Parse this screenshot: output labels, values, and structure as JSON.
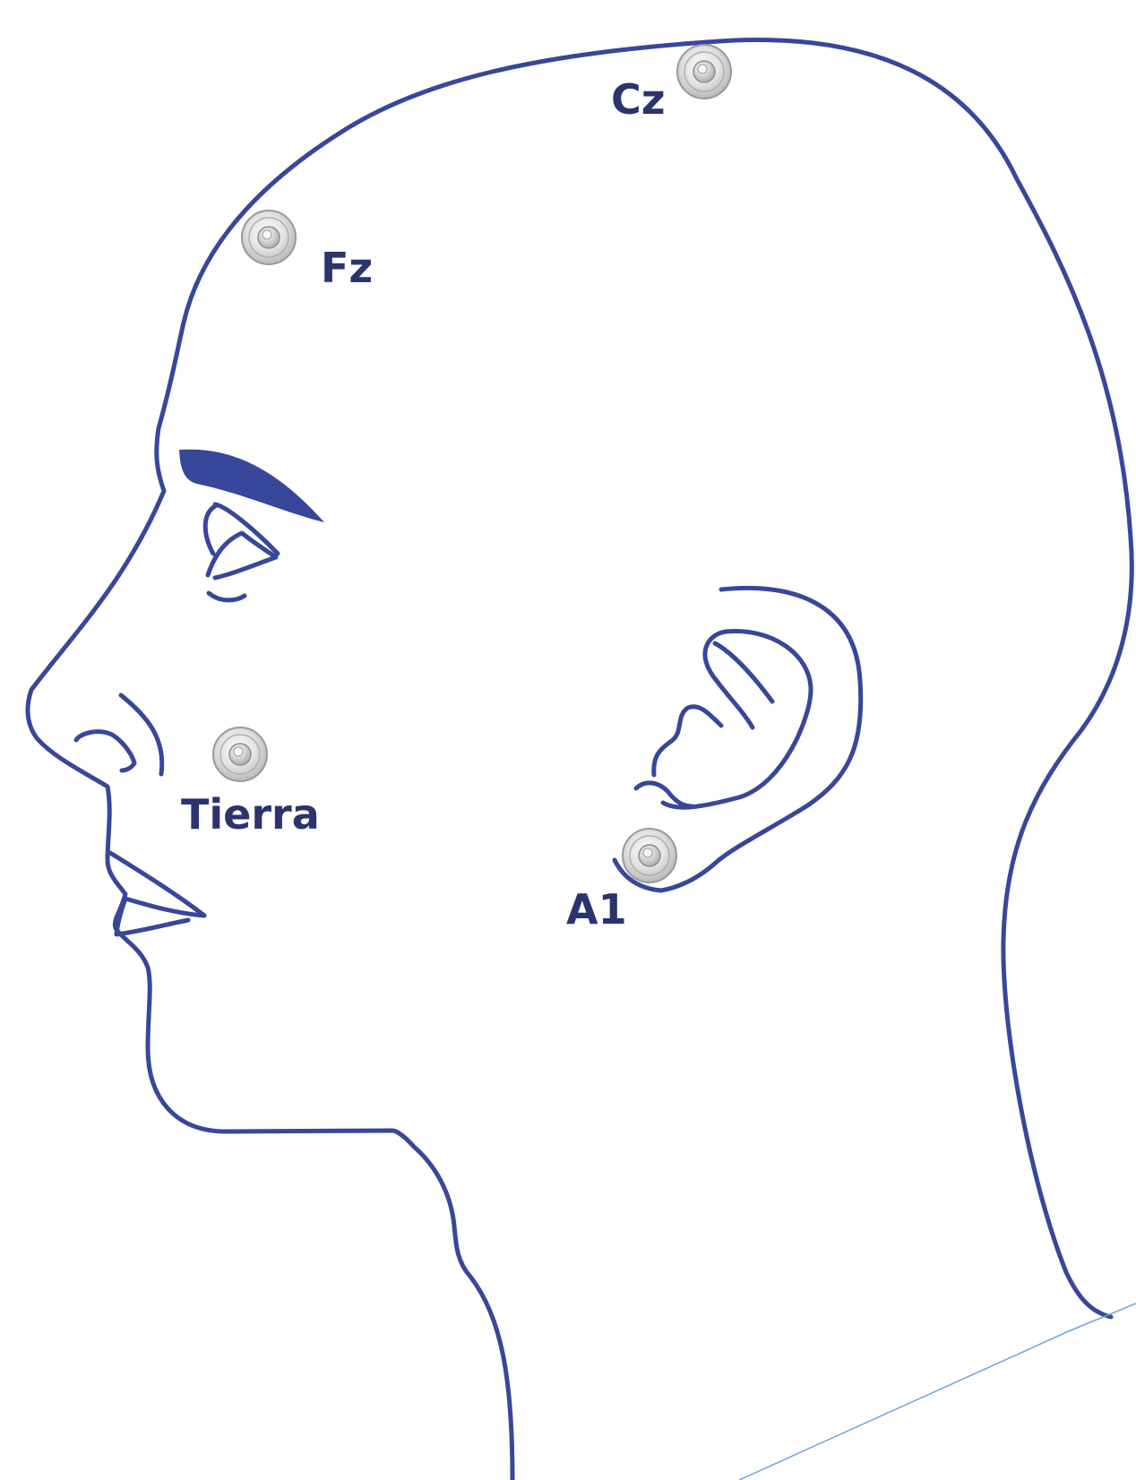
{
  "labels": {
    "cz": "Cz",
    "fz": "Fz",
    "ground": "Tierra",
    "a1": "A1"
  },
  "colors": {
    "outline": "#38479a",
    "label": "#2b346e",
    "neck_line": "#6fa3d8",
    "electrode_rim": "#9a9a9a",
    "electrode_face": "#e3e3e3"
  },
  "icons": {
    "electrode": "electrode-icon"
  }
}
